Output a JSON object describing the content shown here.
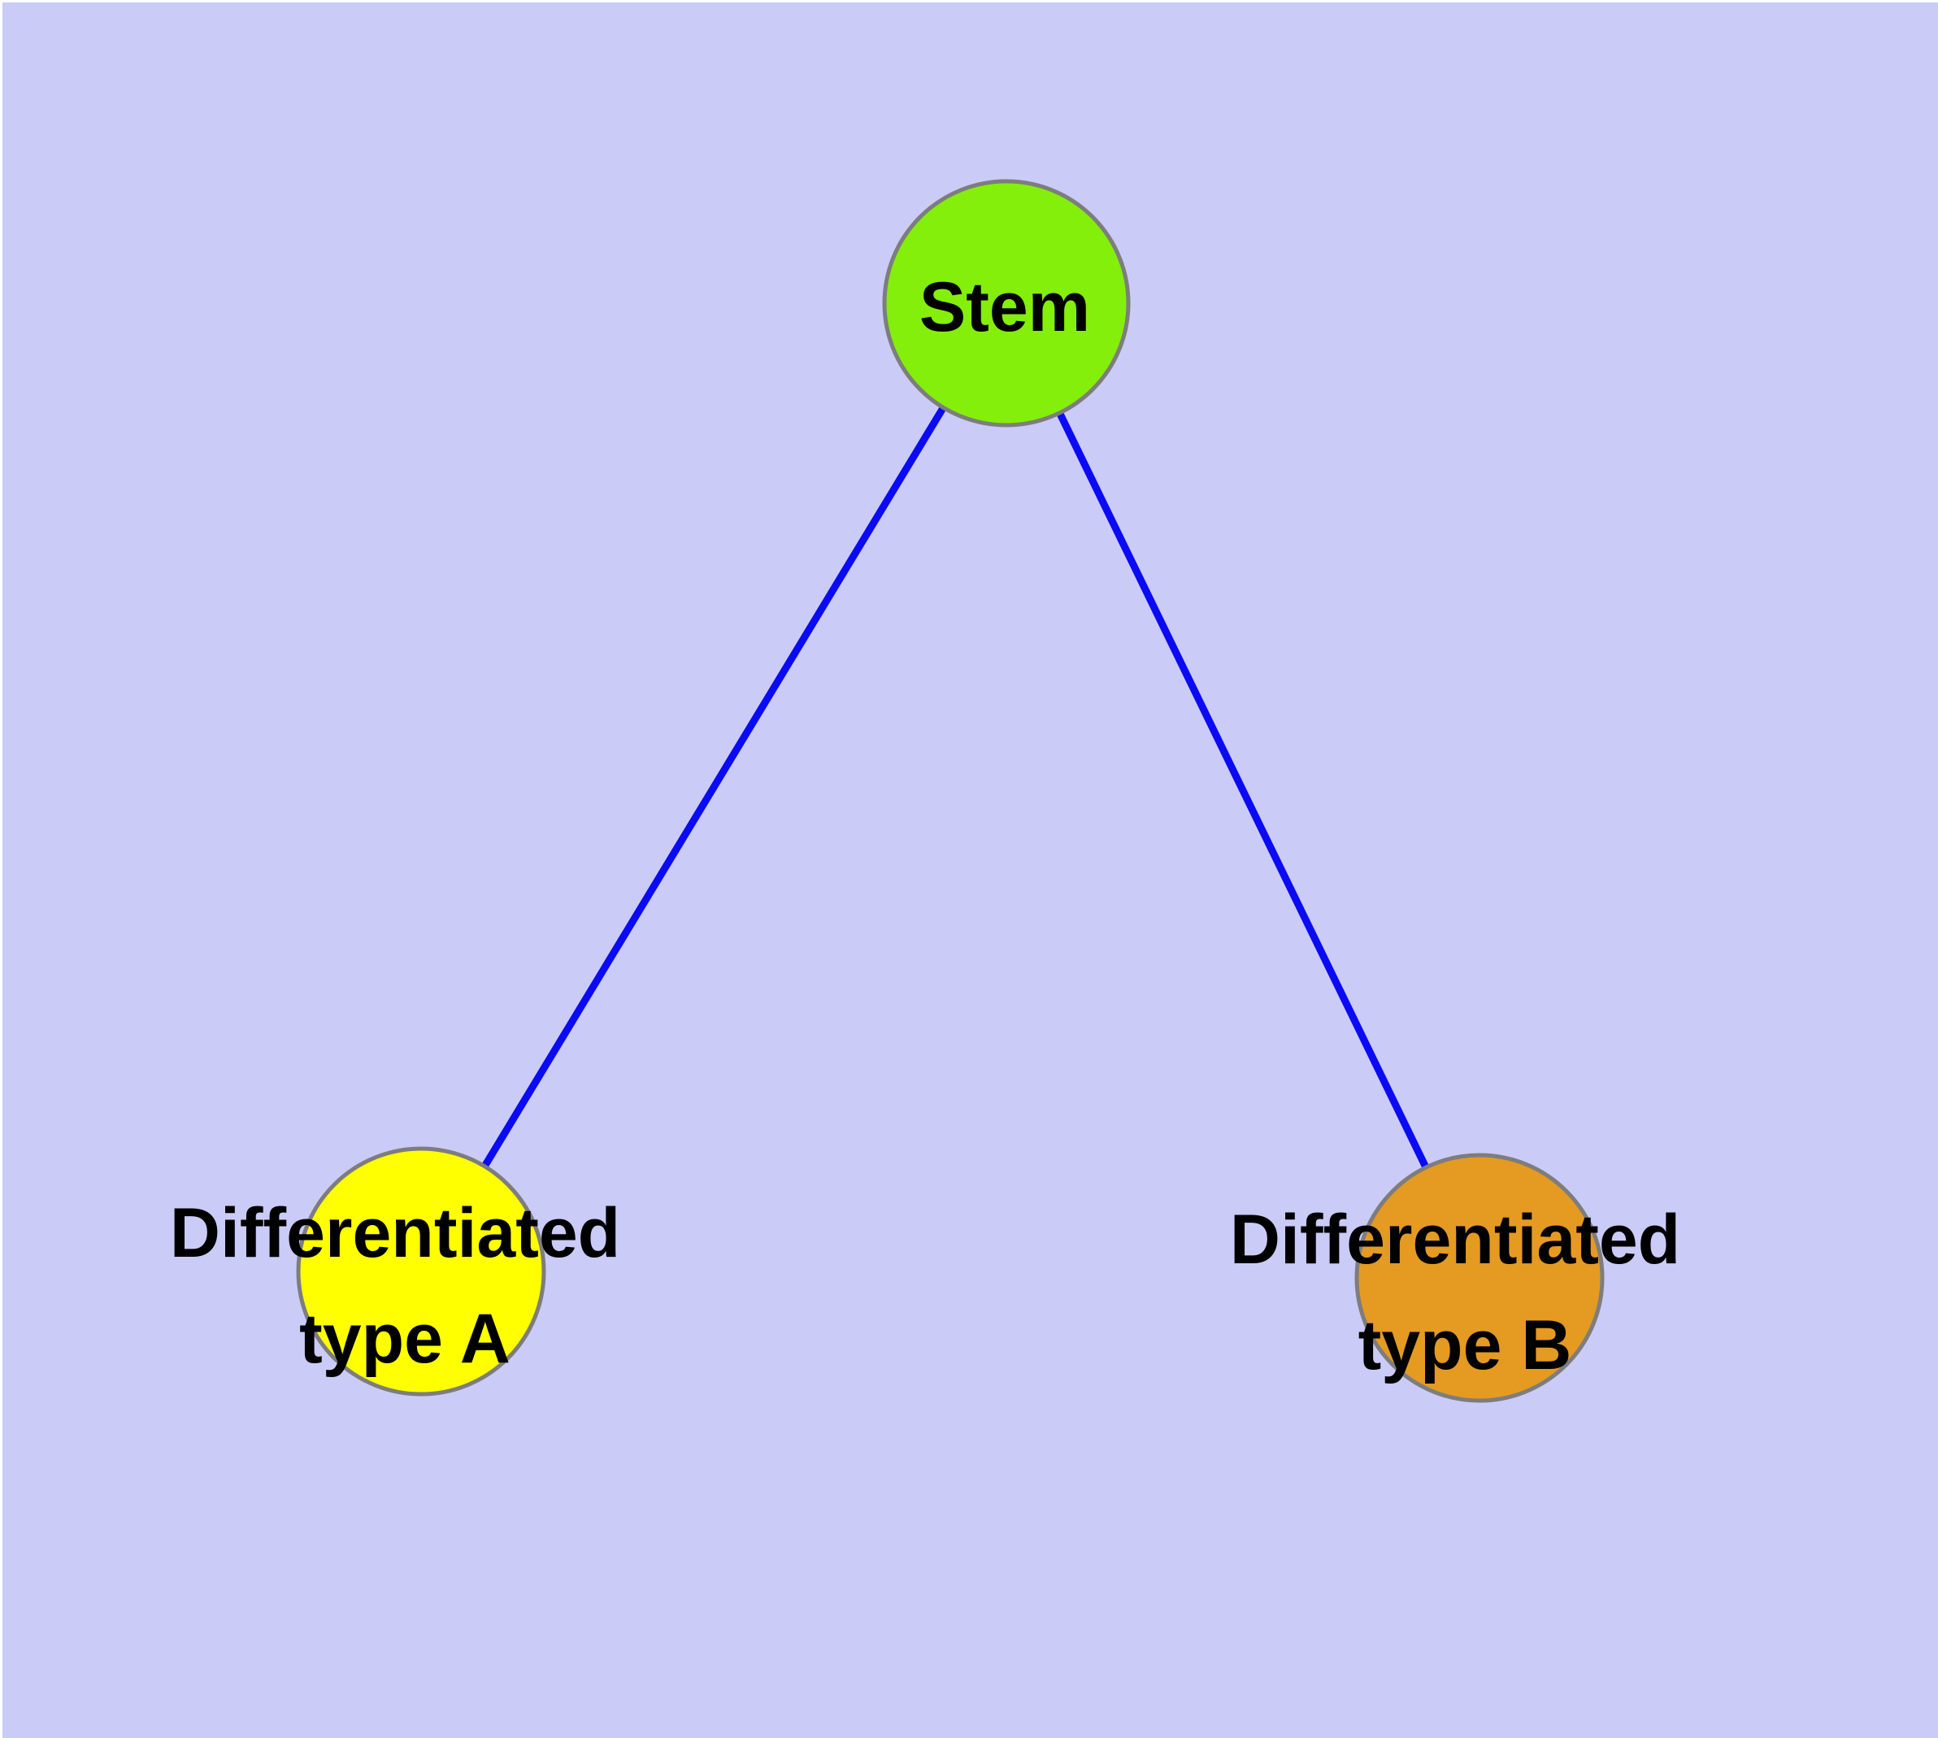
{
  "diagram": {
    "type": "node-link-graph",
    "description": "Stem cell differentiation graph",
    "nodes": [
      {
        "id": "stem",
        "label": "Stem",
        "lines": [
          "Stem"
        ],
        "fill": "#84EF0A"
      },
      {
        "id": "differentiated-type-a",
        "label": "Differentiated type A",
        "lines": [
          "Differentiated",
          "type A"
        ],
        "fill": "#FFFF00"
      },
      {
        "id": "differentiated-type-b",
        "label": "Differentiated type B",
        "lines": [
          "Differentiated",
          "type B"
        ],
        "fill": "#E59A22"
      }
    ],
    "edges": [
      {
        "from": "Stem",
        "to": "Differentiated type A"
      },
      {
        "from": "Stem",
        "to": "Differentiated type B"
      }
    ],
    "colors": {
      "background": "#CBCBF7",
      "page_edge": "#FFFFFF",
      "edge": "#0A0AF5",
      "node_border": "#7D7D7D",
      "label": "#000000"
    }
  }
}
